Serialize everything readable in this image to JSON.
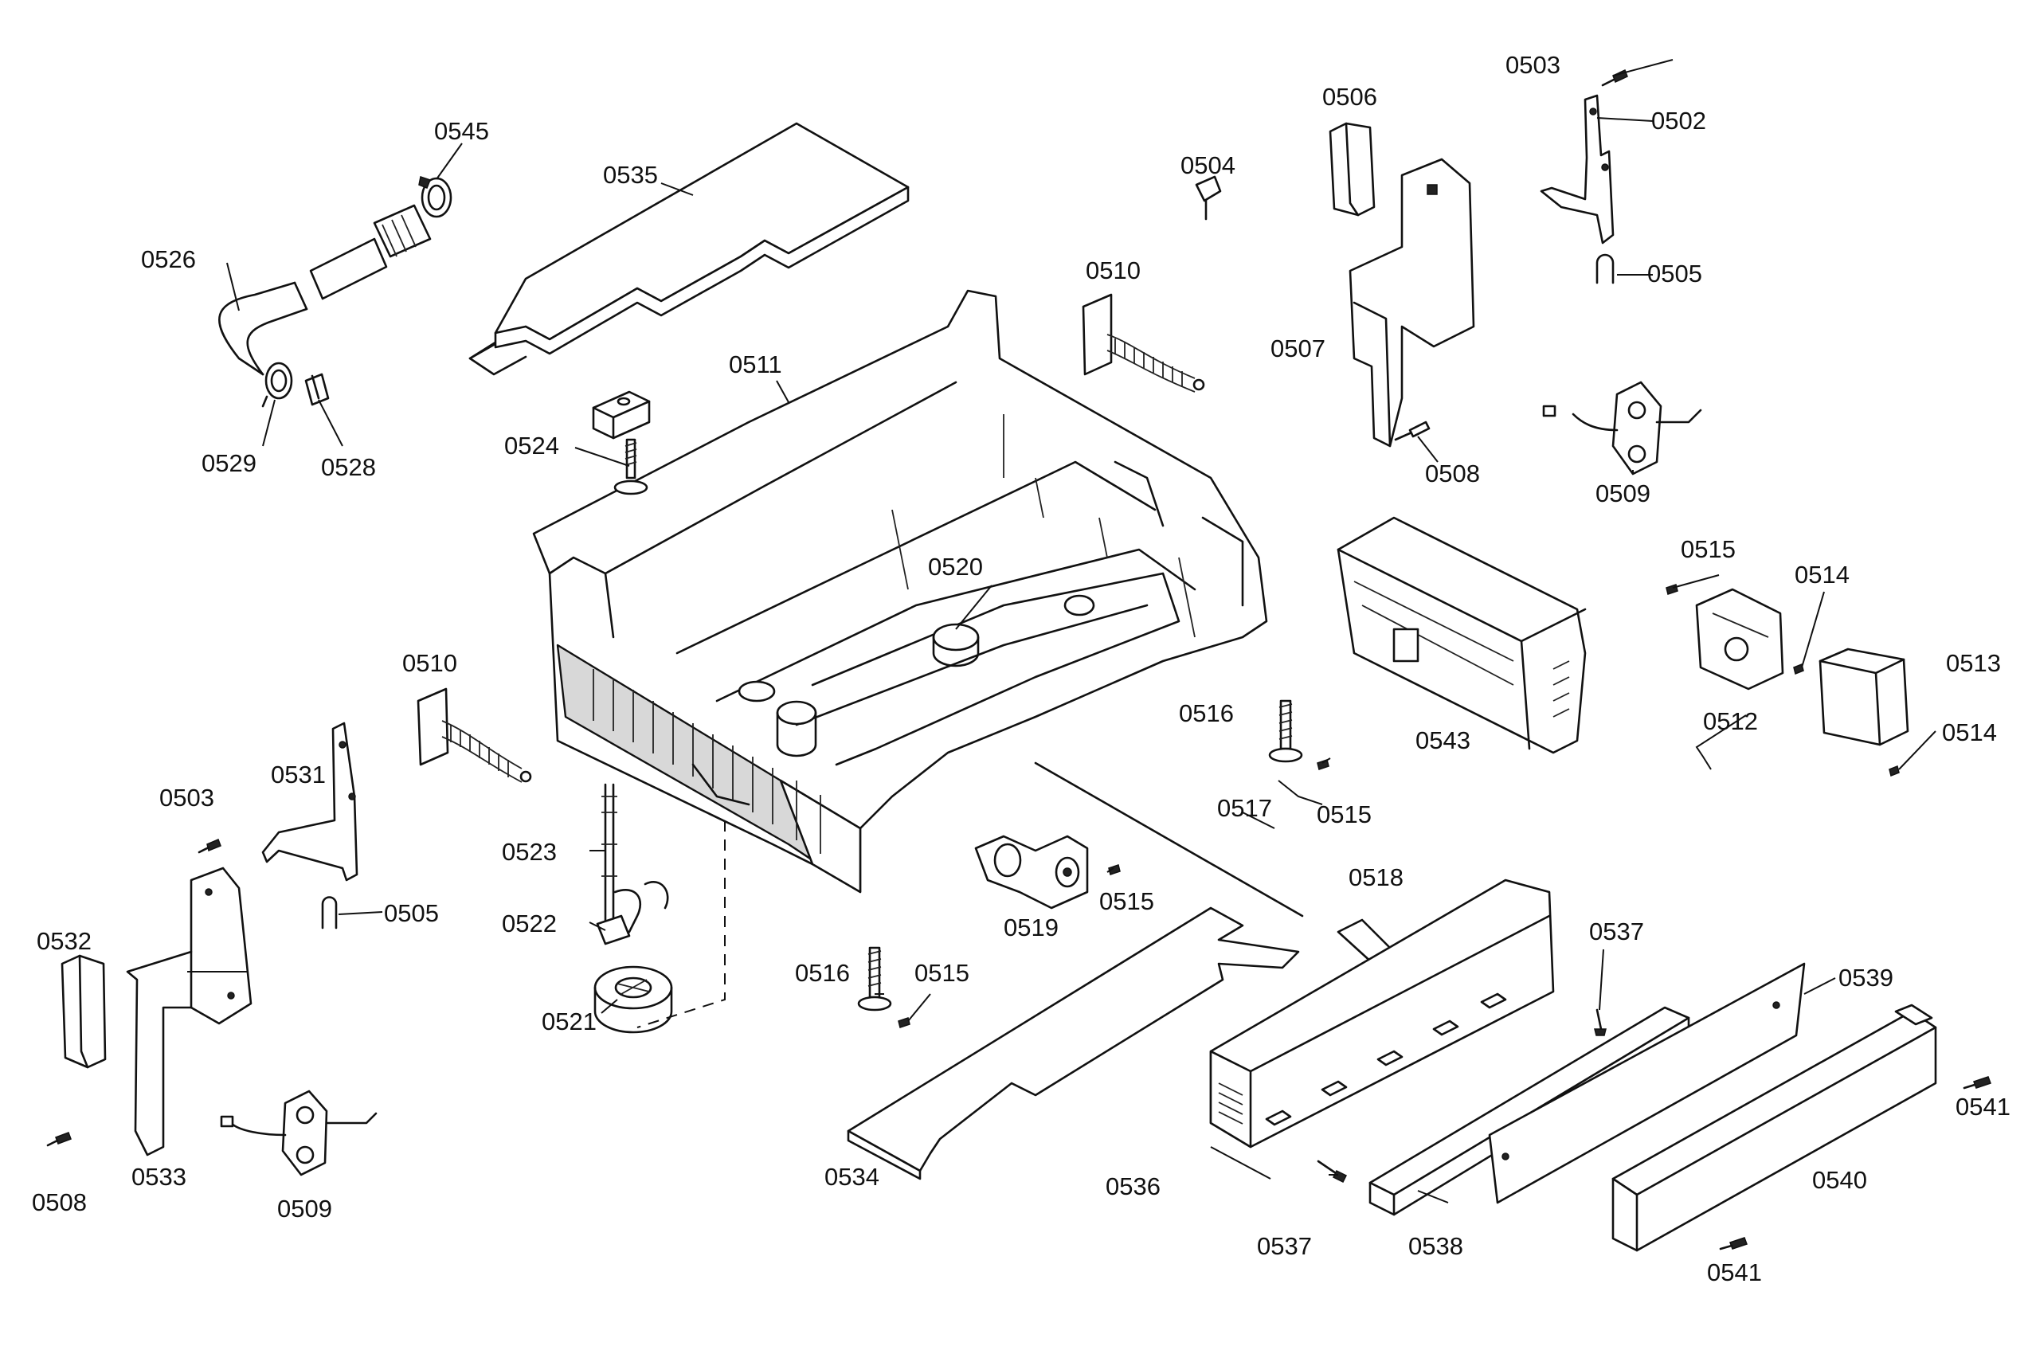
{
  "callouts": [
    {
      "id": "c0503a",
      "text": "0503"
    },
    {
      "id": "c0502",
      "text": "0502"
    },
    {
      "id": "c0506",
      "text": "0506"
    },
    {
      "id": "c0504",
      "text": "0504"
    },
    {
      "id": "c0545",
      "text": "0545"
    },
    {
      "id": "c0535",
      "text": "0535"
    },
    {
      "id": "c0526",
      "text": "0526"
    },
    {
      "id": "c0510a",
      "text": "0510"
    },
    {
      "id": "c0505a",
      "text": "0505"
    },
    {
      "id": "c0507",
      "text": "0507"
    },
    {
      "id": "c0511",
      "text": "0511"
    },
    {
      "id": "c0524",
      "text": "0524"
    },
    {
      "id": "c0529",
      "text": "0529"
    },
    {
      "id": "c0528",
      "text": "0528"
    },
    {
      "id": "c0508a",
      "text": "0508"
    },
    {
      "id": "c0509a",
      "text": "0509"
    },
    {
      "id": "c0515a",
      "text": "0515"
    },
    {
      "id": "c0514a",
      "text": "0514"
    },
    {
      "id": "c0520",
      "text": "0520"
    },
    {
      "id": "c0513",
      "text": "0513"
    },
    {
      "id": "c0510b",
      "text": "0510"
    },
    {
      "id": "c0516a",
      "text": "0516"
    },
    {
      "id": "c0512",
      "text": "0512"
    },
    {
      "id": "c0514b",
      "text": "0514"
    },
    {
      "id": "c0543",
      "text": "0543"
    },
    {
      "id": "c0531",
      "text": "0531"
    },
    {
      "id": "c0503b",
      "text": "0503"
    },
    {
      "id": "c0515b",
      "text": "0515"
    },
    {
      "id": "c0517",
      "text": "0517"
    },
    {
      "id": "c0523",
      "text": "0523"
    },
    {
      "id": "c0518",
      "text": "0518"
    },
    {
      "id": "c0515c",
      "text": "0515"
    },
    {
      "id": "c0519",
      "text": "0519"
    },
    {
      "id": "c0505b",
      "text": "0505"
    },
    {
      "id": "c0522",
      "text": "0522"
    },
    {
      "id": "c0532",
      "text": "0532"
    },
    {
      "id": "c0537a",
      "text": "0537"
    },
    {
      "id": "c0516b",
      "text": "0516"
    },
    {
      "id": "c0515d",
      "text": "0515"
    },
    {
      "id": "c0539",
      "text": "0539"
    },
    {
      "id": "c0521",
      "text": "0521"
    },
    {
      "id": "c0541a",
      "text": "0541"
    },
    {
      "id": "c0533",
      "text": "0533"
    },
    {
      "id": "c0534",
      "text": "0534"
    },
    {
      "id": "c0540",
      "text": "0540"
    },
    {
      "id": "c0508b",
      "text": "0508"
    },
    {
      "id": "c0536",
      "text": "0536"
    },
    {
      "id": "c0509b",
      "text": "0509"
    },
    {
      "id": "c0537b",
      "text": "0537"
    },
    {
      "id": "c0538",
      "text": "0538"
    },
    {
      "id": "c0541b",
      "text": "0541"
    }
  ]
}
